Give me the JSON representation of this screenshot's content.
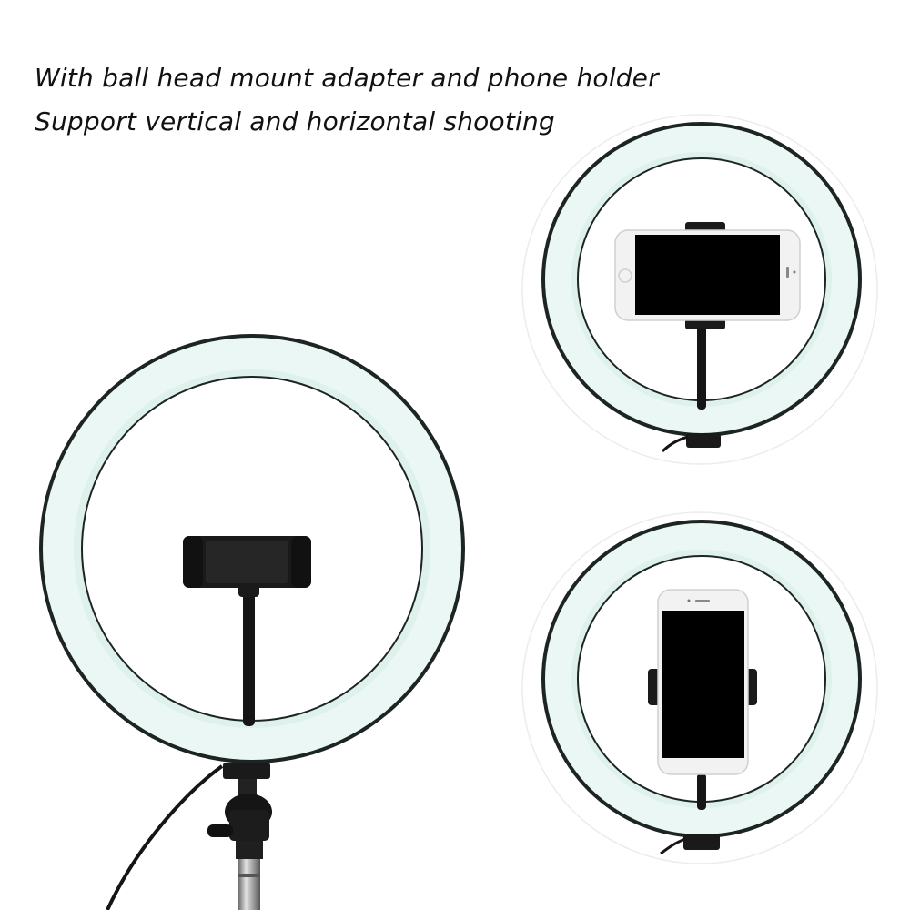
{
  "caption": {
    "line_1": "With ball head mount adapter and phone holder",
    "line_2": "Support vertical and horizontal shooting"
  },
  "product": {
    "subject": "ring-light",
    "views": [
      "ring-light-with-empty-phone-clamp",
      "ring-light-phone-horizontal",
      "ring-light-phone-vertical"
    ]
  },
  "colors": {
    "ring_glow": "#eaf7f4",
    "ring_rim": "#202a28",
    "hardware": "#1c1c1c",
    "phone_body": "#f2f2f2",
    "phone_screen": "#000000",
    "background": "#ffffff"
  }
}
